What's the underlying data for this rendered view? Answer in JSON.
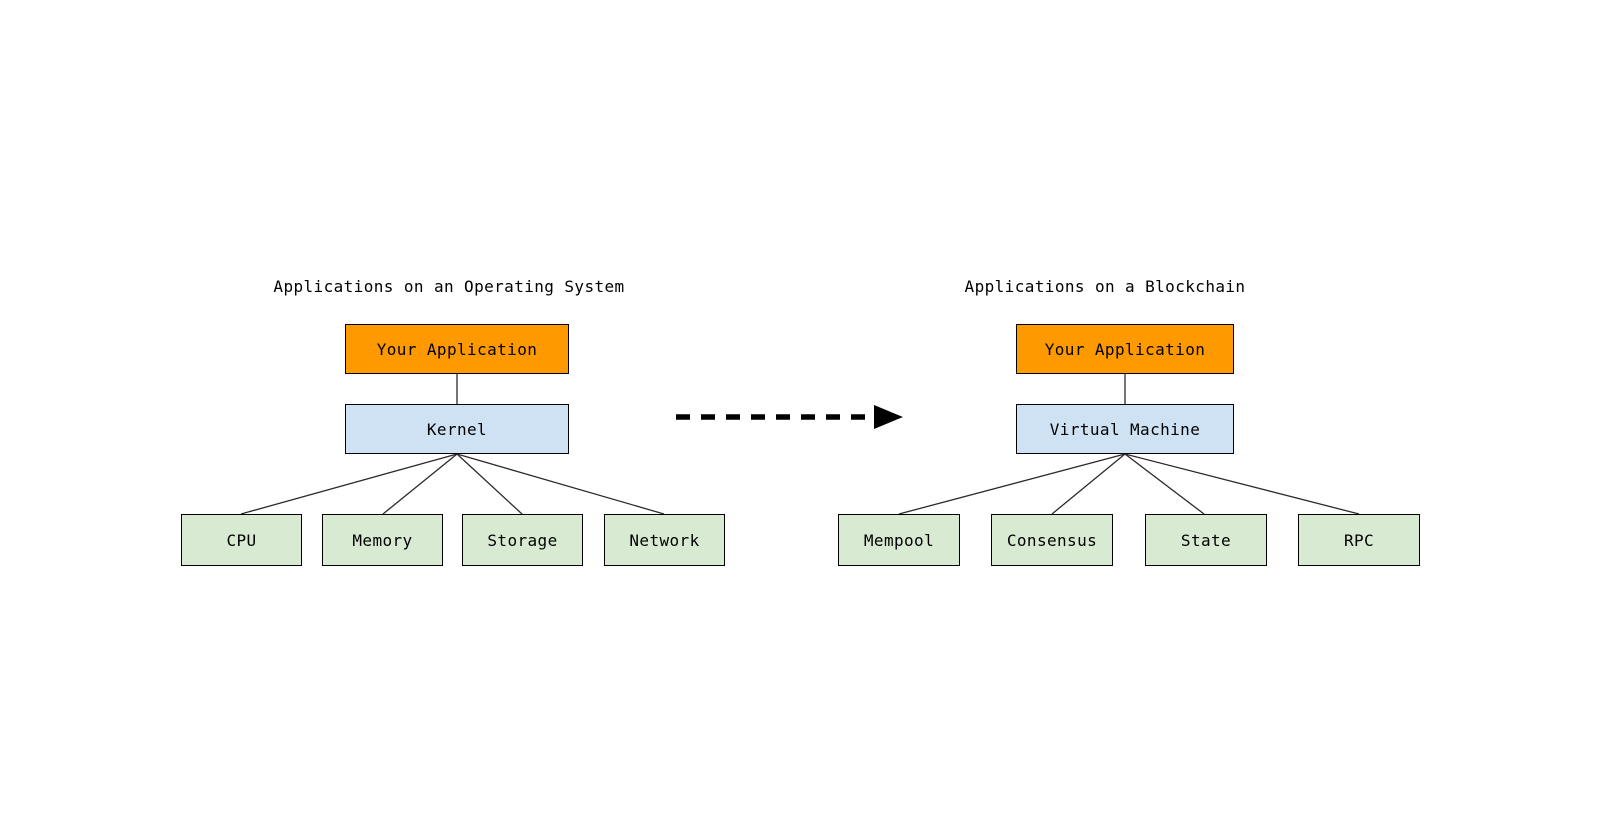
{
  "colors": {
    "app_fill": "#FF9900",
    "mid_fill": "#CFE2F3",
    "leaf_fill": "#D9EAD3",
    "border": "#000000",
    "line": "#2b2b2b",
    "arrow": "#000000"
  },
  "left_diagram": {
    "title": "Applications on an Operating System",
    "app_box": "Your Application",
    "middle_box": "Kernel",
    "leaf_boxes": [
      "CPU",
      "Memory",
      "Storage",
      "Network"
    ]
  },
  "right_diagram": {
    "title": "Applications on a Blockchain",
    "app_box": "Your Application",
    "middle_box": "Virtual Machine",
    "leaf_boxes": [
      "Mempool",
      "Consensus",
      "State",
      "RPC"
    ]
  },
  "arrow": {
    "name": "transformation-arrow",
    "style": "dashed",
    "direction": "right"
  }
}
